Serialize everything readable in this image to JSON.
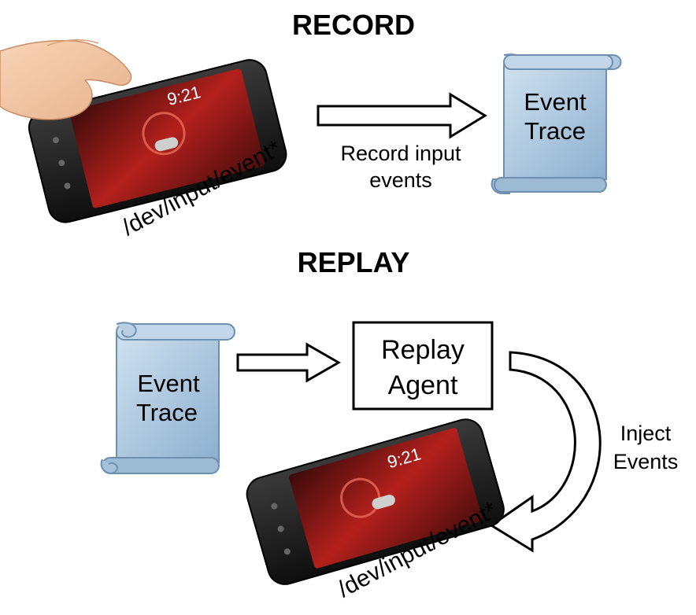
{
  "record": {
    "heading": "RECORD",
    "device_path": "/dev/input/event*",
    "arrow_label_line1": "Record input",
    "arrow_label_line2": "events",
    "trace_line1": "Event",
    "trace_line2": "Trace",
    "phone_time": "9:21"
  },
  "replay": {
    "heading": "REPLAY",
    "trace_line1": "Event",
    "trace_line2": "Trace",
    "agent_line1": "Replay",
    "agent_line2": "Agent",
    "inject_line1": "Inject",
    "inject_line2": "Events",
    "device_path": "/dev/input/event*",
    "phone_time": "9:21"
  },
  "colors": {
    "scroll_fill_top": "#c9dcec",
    "scroll_fill_bottom": "#8fb2d2",
    "scroll_stroke": "#6f8fae",
    "phone_body": "#1c1c1c",
    "screen_red": "#b3201c",
    "hand_skin": "#f2c7a4"
  }
}
